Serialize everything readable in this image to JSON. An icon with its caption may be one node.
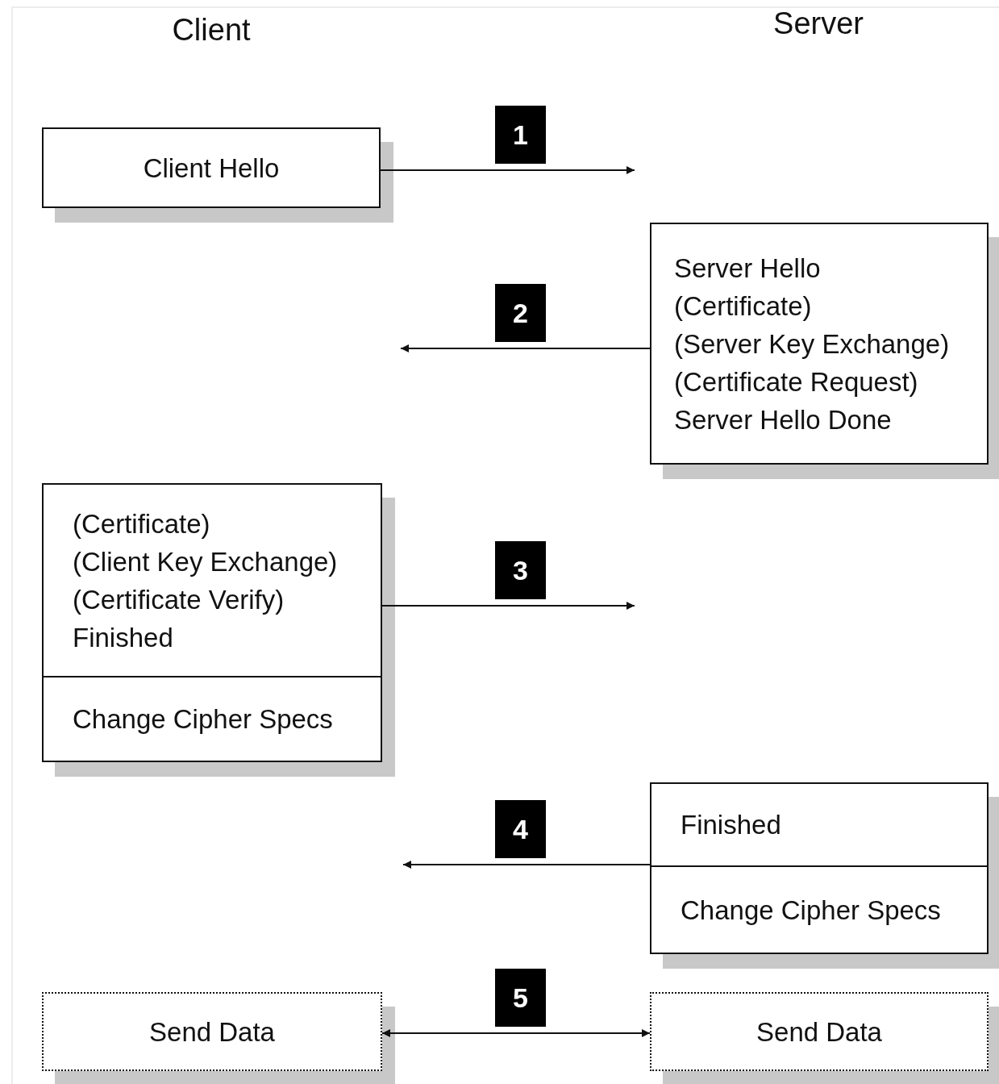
{
  "diagram": {
    "nodes": [
      {
        "text": [
          "Client Hello"
        ]
      },
      {
        "text": [
          "Server Hello",
          "(Certificate)",
          "(Server Key Exchange)",
          "(Certificate Request)",
          "Server Hello Done"
        ]
      },
      {
        "text": [],
        "shape": "box"
      },
      {
        "text": [
          "(Certificate)",
          "(Client Key Exchange)",
          "(Certificate Verify)",
          "Finished"
        ],
        "in": 2
      },
      {
        "text": [
          "Change Cipher Specs"
        ],
        "in": 2
      },
      {
        "text": [],
        "shape": "box"
      },
      {
        "text": [
          "Finished"
        ],
        "in": 5
      },
      {
        "text": [
          "Change Cipher Specs"
        ],
        "in": 5
      },
      {
        "text": [
          "Send Data"
        ]
      },
      {
        "text": [
          "Send Data"
        ]
      }
    ],
    "edges": [
      {
        "from": 0,
        "to": null,
        "arrow": "to",
        "label": "1"
      },
      {
        "from": 1,
        "to": null,
        "arrow": "to",
        "label": "2"
      },
      {
        "from": 2,
        "to": null,
        "arrow": "to",
        "label": "3"
      },
      {
        "from": 5,
        "to": null,
        "arrow": "to",
        "label": "4"
      },
      {
        "from": 8,
        "to": 9,
        "arrow": "both",
        "label": "5"
      }
    ],
    "labels": [
      "Client",
      "Server"
    ]
  }
}
